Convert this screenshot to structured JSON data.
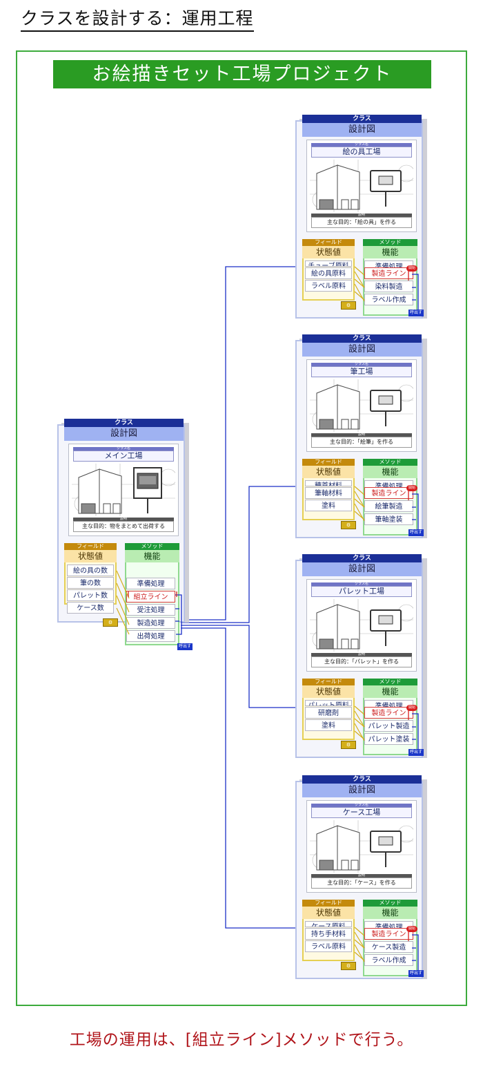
{
  "page_title": "クラスを設計する：運用工程",
  "banner": "お絵描きセット工場プロジェクト",
  "footer": "工場の運用は、[組立ライン]メソッドで行う。",
  "colors": {
    "frame": "#3cab3c",
    "banner": "#2a9c23",
    "class_header": "#1b2f97",
    "field_header": "#c48a0c",
    "method_header": "#1e9b39",
    "wire": "#1a2fc7",
    "start_badge": "#d81e1e",
    "footer": "#b0141a"
  },
  "common": {
    "class_label": "クラス",
    "design_label": "設計図",
    "name_caption": "クラス名",
    "desc_caption": "説明",
    "field_label": "フィールド",
    "field_sub": "状態値",
    "method_label": "メソッド",
    "method_sub": "機能",
    "start": "開始",
    "call": "呼出す",
    "gear": "⚙"
  },
  "main": {
    "name": "メイン工場",
    "description": "主な目的：物をまとめて出荷する",
    "fields": [
      "絵の具の数",
      "筆の数",
      "パレット数",
      "ケース数"
    ],
    "methods": [
      "準備処理",
      "組立ライン",
      "受注処理",
      "製造処理",
      "出荷処理"
    ]
  },
  "factories": [
    {
      "name": "絵の具工場",
      "description": "主な目的：「絵の具」を作る",
      "fields": [
        "チューブ原料",
        "絵の具原料",
        "ラベル原料"
      ],
      "methods": [
        "準備処理",
        "製造ライン",
        "染料製造",
        "ラベル作成"
      ]
    },
    {
      "name": "筆工場",
      "description": "主な目的：「絵筆」を作る",
      "fields": [
        "穂首材料",
        "筆軸材料",
        "塗料"
      ],
      "methods": [
        "準備処理",
        "製造ライン",
        "絵筆製造",
        "筆軸塗装"
      ]
    },
    {
      "name": "パレット工場",
      "description": "主な目的：「パレット」を作る",
      "fields": [
        "パレット原料",
        "研磨剤",
        "塗料"
      ],
      "methods": [
        "準備処理",
        "製造ライン",
        "パレット製造",
        "パレット塗装"
      ]
    },
    {
      "name": "ケース工場",
      "description": "主な目的：「ケース」を作る",
      "fields": [
        "ケース原料",
        "持ち手材料",
        "ラベル原料"
      ],
      "methods": [
        "準備処理",
        "製造ライン",
        "ケース製造",
        "ラベル作成"
      ]
    }
  ]
}
